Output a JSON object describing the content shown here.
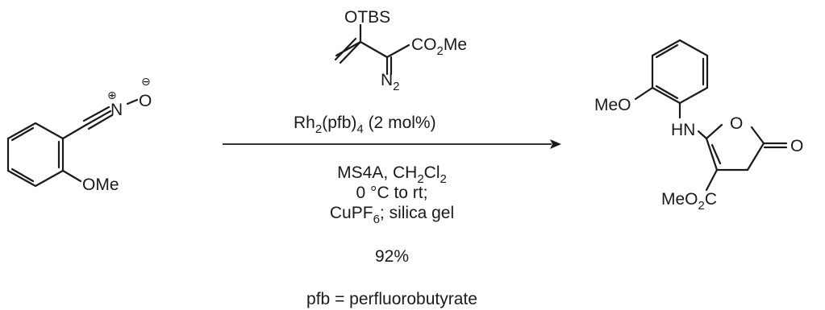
{
  "reactant": {
    "charge_plus": "⊕",
    "atom_n": "N",
    "atom_o": "O",
    "charge_minus": "⊖",
    "methoxy": "OMe"
  },
  "reagent": {
    "otbs": "OTBS",
    "ester_co": "CO",
    "ester_sub": "2",
    "ester_me": "Me",
    "diazo_n": "N",
    "diazo_sub": "2"
  },
  "conditions": {
    "catalyst_rh": "Rh",
    "catalyst_sub": "2",
    "catalyst_rest": "(pfb)",
    "catalyst_sub2": "4",
    "catalyst_loading": " (2 mol%)",
    "line1_a": "MS4A, CH",
    "line1_sub1": "2",
    "line1_b": "Cl",
    "line1_sub2": "2",
    "line2": "0 °C to rt;",
    "line3_a": "CuPF",
    "line3_sub": "6",
    "line3_b": "; silica gel",
    "yield": "92%",
    "footnote": "pfb = perfluorobutyrate"
  },
  "product": {
    "methoxy": "MeO",
    "amine": "HN",
    "ring_o": "O",
    "carbonyl_o": "O",
    "ester_a": "MeO",
    "ester_sub": "2",
    "ester_b": "C"
  }
}
